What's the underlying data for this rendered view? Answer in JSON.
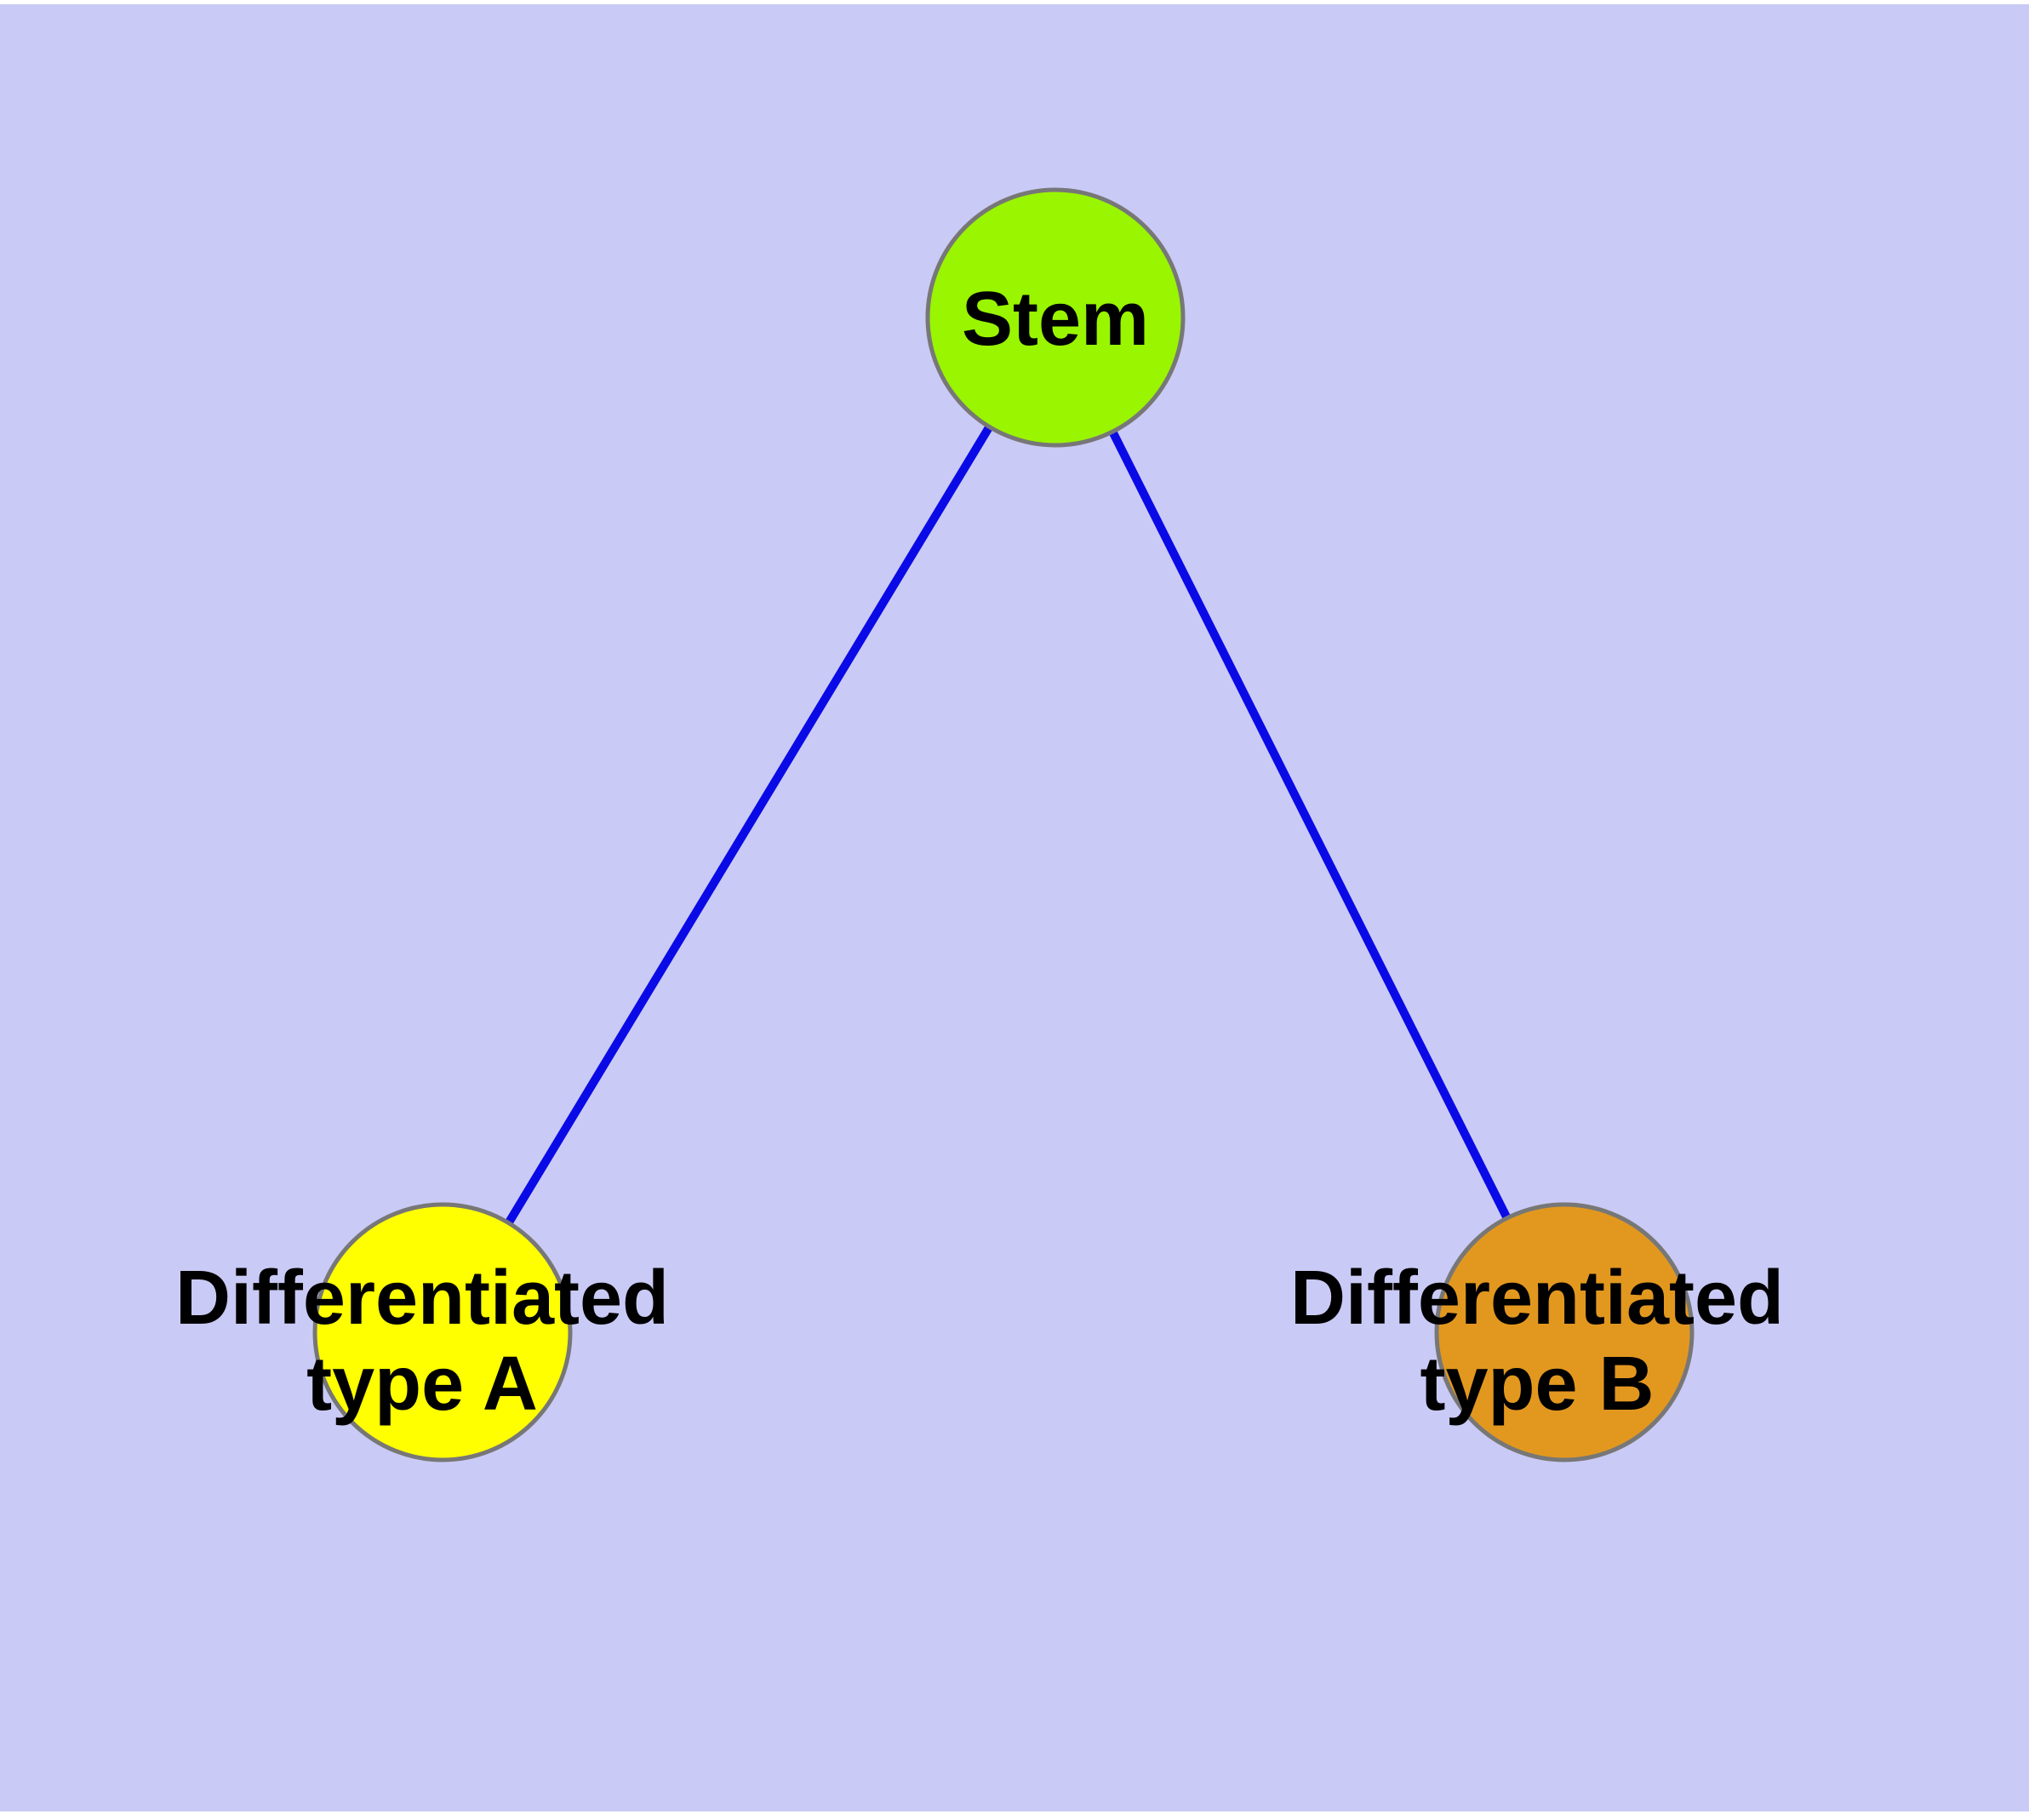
{
  "diagram": {
    "title": "",
    "colors": {
      "page_background": "#ffffff",
      "canvas_background": "#cacaf6",
      "edge_color": "#0a0ae6",
      "node_border_color": "#777777",
      "label_color": "#000000"
    },
    "nodes": [
      {
        "id": "stem",
        "label": "Stem",
        "label_line1": "Stem",
        "label_line2": "",
        "fill": "#99f500"
      },
      {
        "id": "type-a",
        "label": "Differentiated type A",
        "label_line1": "Differentiated",
        "label_line2": "type A",
        "fill": "#ffff00"
      },
      {
        "id": "type-b",
        "label": "Differentiated type B",
        "label_line1": "Differentiated",
        "label_line2": "type B",
        "fill": "#e2981f"
      }
    ],
    "edges": [
      {
        "from": "stem",
        "to": "type-a"
      },
      {
        "from": "stem",
        "to": "type-b"
      }
    ]
  }
}
